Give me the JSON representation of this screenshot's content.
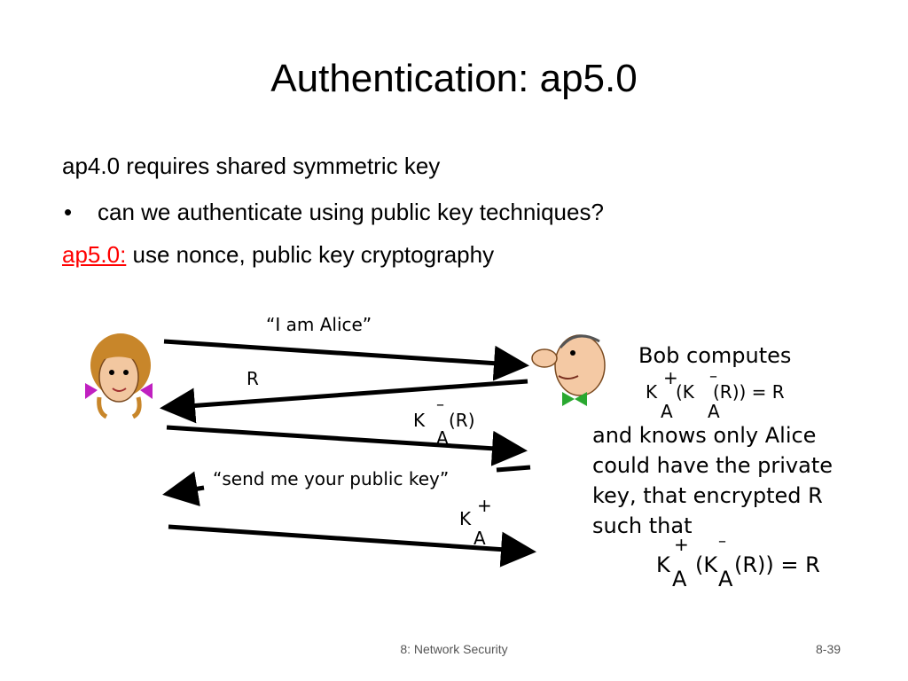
{
  "slide": {
    "title": "Authentication: ap5.0",
    "line1": "ap4.0 requires shared symmetric key",
    "bullet_symbol": "•",
    "bullet1": "can we authenticate using public key techniques?",
    "line3_label": "ap5.0:",
    "line3_text": " use nonce, public key cryptography"
  },
  "diagram": {
    "msg1": "“I am Alice”",
    "msg2": "R",
    "msg3_k": "K",
    "msg3_minus": "–",
    "msg3_r": "(R)",
    "msg3_a": "A",
    "msg4": "“send me your public key”",
    "msg5_k": "K",
    "msg5_plus": "+",
    "msg5_a": "A"
  },
  "bob_box": {
    "heading": "Bob computes",
    "eq1_k1": "K",
    "eq1_plus": "+",
    "eq1_a1": "A",
    "eq1_mid": "(K",
    "eq1_minus": "–",
    "eq1_tail": "(R)) = R",
    "eq1_a2": "A",
    "text_line1": "and knows only Alice",
    "text_line2": "could have the private",
    "text_line3": "key, that encrypted R",
    "text_line4": "such that",
    "eq2_k1": "K",
    "eq2_plus": "+",
    "eq2_a1": "A",
    "eq2_mid": "(K",
    "eq2_minus": "–",
    "eq2_a2": "A",
    "eq2_tail": "(R)) = R"
  },
  "footer": {
    "center": "8: Network Security",
    "page": "8-39"
  },
  "colors": {
    "accent_red": "#ff0000",
    "alice_hair": "#c8862a",
    "alice_skin": "#f2c7a0",
    "alice_bow": "#c020c0",
    "bob_skin": "#f4c9a4",
    "bob_tie": "#2aa830"
  }
}
